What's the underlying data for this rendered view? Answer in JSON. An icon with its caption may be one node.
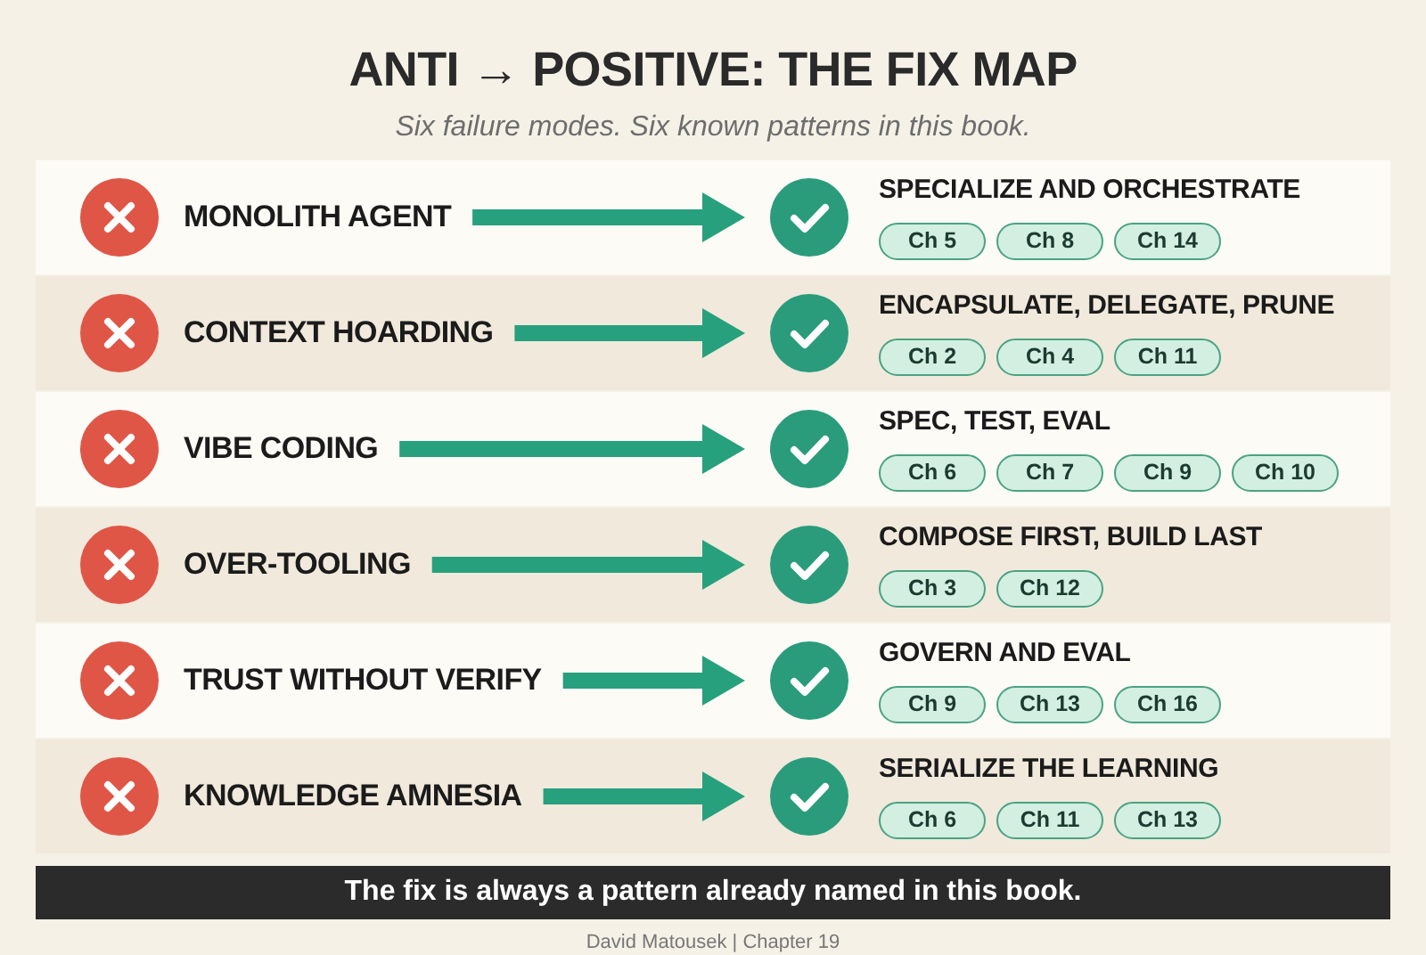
{
  "diagram": {
    "title": "ANTI → POSITIVE: THE FIX MAP",
    "nodes": [
      {
        "text": [],
        "shape": "band"
      },
      {
        "text": [
          "MONOLITH AGENT"
        ],
        "in": 0
      },
      {
        "text": [
          "SPECIALIZE AND ORCHESTRATE"
        ],
        "in": 0
      },
      {
        "text": [
          "Ch 5"
        ],
        "in": 0
      },
      {
        "text": [
          "Ch 8"
        ],
        "in": 0
      },
      {
        "text": [
          "Ch 14"
        ],
        "in": 0
      },
      {
        "text": [],
        "shape": "band"
      },
      {
        "text": [
          "CONTEXT HOARDING"
        ],
        "in": 6
      },
      {
        "text": [
          "ENCAPSULATE, DELEGATE, PRUNE"
        ],
        "in": 6
      },
      {
        "text": [
          "Ch 2"
        ],
        "in": 6
      },
      {
        "text": [
          "Ch 4"
        ],
        "in": 6
      },
      {
        "text": [
          "Ch 11"
        ],
        "in": 6
      },
      {
        "text": [],
        "shape": "band"
      },
      {
        "text": [
          "VIBE CODING"
        ],
        "in": 12
      },
      {
        "text": [
          "SPEC, TEST, EVAL"
        ],
        "in": 12
      },
      {
        "text": [
          "Ch 6"
        ],
        "in": 12
      },
      {
        "text": [
          "Ch 7"
        ],
        "in": 12
      },
      {
        "text": [
          "Ch 9"
        ],
        "in": 12
      },
      {
        "text": [
          "Ch 10"
        ],
        "in": 12
      },
      {
        "text": [],
        "shape": "band"
      },
      {
        "text": [
          "OVER-TOOLING"
        ],
        "in": 19
      },
      {
        "text": [
          "COMPOSE FIRST, BUILD LAST"
        ],
        "in": 19
      },
      {
        "text": [
          "Ch 3"
        ],
        "in": 19
      },
      {
        "text": [
          "Ch 12"
        ],
        "in": 19
      },
      {
        "text": [],
        "shape": "band"
      },
      {
        "text": [
          "TRUST WITHOUT VERIFY"
        ],
        "in": 24
      },
      {
        "text": [
          "GOVERN AND EVAL"
        ],
        "in": 24
      },
      {
        "text": [
          "Ch 9"
        ],
        "in": 24
      },
      {
        "text": [
          "Ch 13"
        ],
        "in": 24
      },
      {
        "text": [
          "Ch 16"
        ],
        "in": 24
      },
      {
        "text": [],
        "shape": "band"
      },
      {
        "text": [
          "KNOWLEDGE AMNESIA"
        ],
        "in": 30
      },
      {
        "text": [
          "SERIALIZE THE LEARNING"
        ],
        "in": 30
      },
      {
        "text": [
          "Ch 6"
        ],
        "in": 30
      },
      {
        "text": [
          "Ch 11"
        ],
        "in": 30
      },
      {
        "text": [
          "Ch 13"
        ],
        "in": 30
      },
      {
        "text": [
          "The fix is always a pattern already named in this book."
        ]
      }
    ],
    "edges": [
      {
        "from": 1,
        "to": 2,
        "arrow": "to"
      },
      {
        "from": 7,
        "to": 8,
        "arrow": "to"
      },
      {
        "from": 13,
        "to": 14,
        "arrow": "to"
      },
      {
        "from": 20,
        "to": 21,
        "arrow": "to"
      },
      {
        "from": 25,
        "to": 26,
        "arrow": "to"
      },
      {
        "from": 31,
        "to": 32,
        "arrow": "to"
      }
    ],
    "labels": [
      "Six failure modes. Six known patterns in this book.",
      "David Matousek | Chapter 19"
    ]
  }
}
